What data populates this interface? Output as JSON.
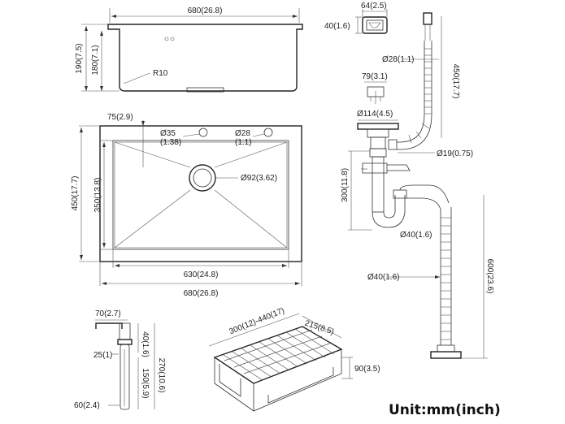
{
  "sink_side": {
    "width_label": "680(26.8)",
    "outer_height_label": "190(7.5)",
    "inner_height_label": "180(7.1)",
    "radius_label": "R10"
  },
  "sink_top": {
    "offset_label": "75(2.9)",
    "hole_a_label_1": "Ø35",
    "hole_a_label_2": "(1.38)",
    "hole_b_label_1": "Ø28",
    "hole_b_label_2": "(1.1)",
    "drain_label": "Ø92(3.62)",
    "outer_height_label": "450(17.7)",
    "inner_height_label": "350(13.8)",
    "inner_width_label": "630(24.8)",
    "outer_width_label": "680(26.8)"
  },
  "overflow": {
    "width_label": "64(2.5)",
    "height_label": "40(1.6)"
  },
  "drain": {
    "hose_dia_label": "Ø28(1.1)",
    "basket_label": "79(3.1)",
    "hose_length_label": "450(17.7)",
    "flange_label": "Ø114(4.5)",
    "branch_label": "Ø19(0.75)",
    "trap_height_label": "300(11.8)",
    "trap_dia_label": "Ø40(1.6)",
    "outlet_dia_label": "Ø40(1.6)",
    "outlet_length_label": "600(23.6)"
  },
  "dispenser": {
    "spout_label": "70(2.7)",
    "head_label": "40(1.6)",
    "collar_label": "25(1)",
    "total_label": "270(10.6)",
    "bottle_label": "150(5.9)",
    "base_label": "60(2.4)"
  },
  "basket": {
    "length_label": "300(12)-440(17)",
    "width_label": "215(8.5)",
    "height_label": "90(3.5)"
  },
  "unit_label": "Unit:mm(inch)"
}
